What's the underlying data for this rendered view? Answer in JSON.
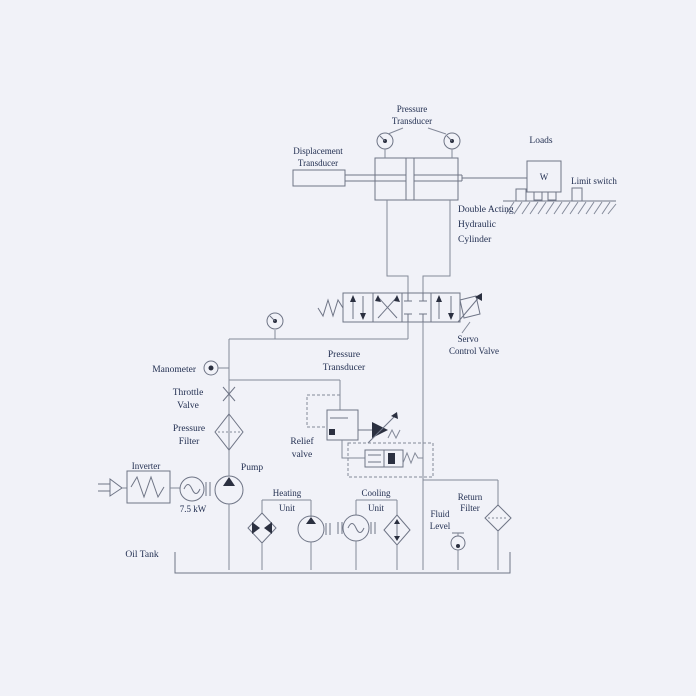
{
  "diagram_title": "Electro-hydraulic servo system schematic",
  "colors": {
    "background": "#f1f2f8",
    "line": "#848a99",
    "text": "#233052",
    "fill": "#2b3040"
  },
  "labels": {
    "pressure_transducer_top": [
      "Pressure",
      "Transducer"
    ],
    "displacement_transducer": [
      "Displacement",
      "Transducer"
    ],
    "loads": "Loads",
    "load_weight": "W",
    "limit_switch": "Limit switch",
    "double_acting_cylinder": [
      "Double Acting",
      "Hydraulic",
      "Cylinder"
    ],
    "servo_control_valve": [
      "Servo",
      "Control Valve"
    ],
    "pressure_transducer_mid": [
      "Pressure",
      "Transducer"
    ],
    "manometer": "Manometer",
    "throttle_valve": [
      "Throttle",
      "Valve"
    ],
    "pressure_filter": [
      "Pressure",
      "Filter"
    ],
    "relief_valve": [
      "Relief",
      "valve"
    ],
    "inverter": "Inverter",
    "motor_rating": "7.5 kW",
    "pump": "Pump",
    "heating_unit": [
      "Heating",
      "Unit"
    ],
    "cooling_unit": [
      "Cooling",
      "Unit"
    ],
    "fluid_level": [
      "Fluid",
      "Level"
    ],
    "return_filter": [
      "Return",
      "Filter"
    ],
    "oil_tank": "Oil Tank"
  }
}
